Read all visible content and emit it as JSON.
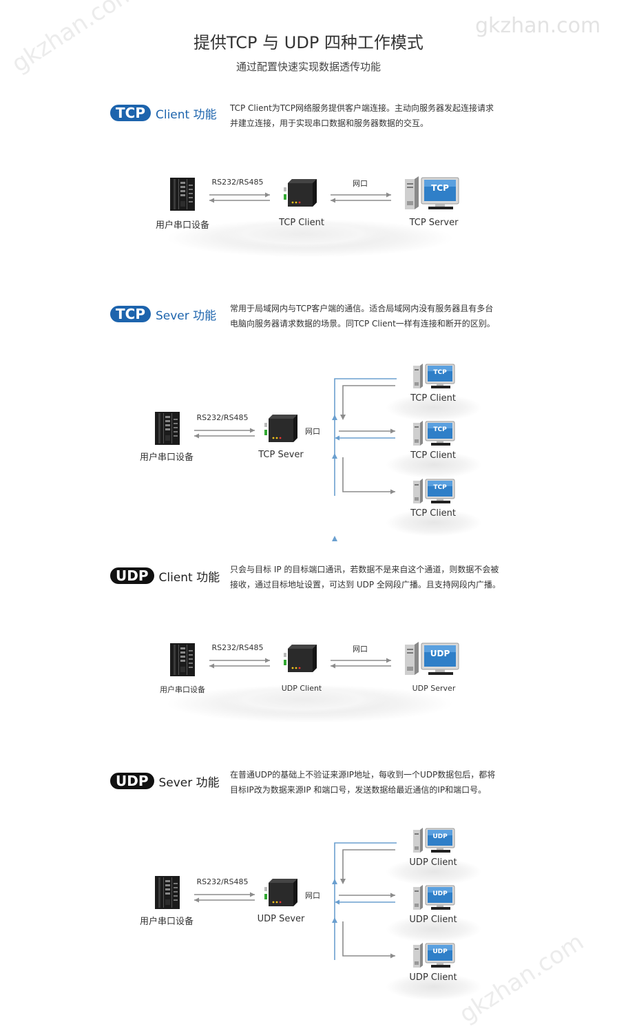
{
  "header": {
    "title": "提供TCP 与 UDP 四种工作模式",
    "subtitle": "通过配置快速实现数据透传功能"
  },
  "watermarks": {
    "top_right": "gkzhan.com",
    "diag": "gkzhan.com"
  },
  "sections": [
    {
      "badge": "TCP",
      "name": "Client 功能",
      "desc1": "TCP Client为TCP网络服务提供客户端连接。主动向服务器发起连接请求",
      "desc2": "并建立连接，用于实现串口数据和服务器数据的交互。",
      "serial_label": "RS232/RS485",
      "net_label": "网口",
      "device_label": "用户串口设备",
      "module_label": "TCP Client",
      "server_label": "TCP Server",
      "screen_text": "TCP"
    },
    {
      "badge": "TCP",
      "name": "Sever 功能",
      "desc1": "常用于局域网内与TCP客户端的通信。适合局域网内没有服务器且有多台",
      "desc2": "电脑向服务器请求数据的场景。同TCP Client一样有连接和断开的区别。",
      "serial_label": "RS232/RS485",
      "net_label": "网口",
      "device_label": "用户串口设备",
      "module_label": "TCP Sever",
      "client_label": "TCP Client",
      "screen_text": "TCP"
    },
    {
      "badge": "UDP",
      "name": "Client 功能",
      "desc1": "只会与目标 IP 的目标端口通讯，若数据不是来自这个通道，则数据不会被",
      "desc2": "接收，通过目标地址设置，可达到 UDP 全网段广播。且支持网段内广播。",
      "serial_label": "RS232/RS485",
      "net_label": "网口",
      "device_label": "用户串口设备",
      "module_label": "UDP Client",
      "server_label": "UDP Server",
      "screen_text": "UDP"
    },
    {
      "badge": "UDP",
      "name": "Sever 功能",
      "desc1": "在普通UDP的基础上不验证来源IP地址，每收到一个UDP数据包后，都将",
      "desc2": "目标IP改为数据来源IP 和端口号，发送数据给最近通信的IP和端口号。",
      "serial_label": "RS232/RS485",
      "net_label": "网口",
      "device_label": "用户串口设备",
      "module_label": "UDP Sever",
      "client_label": "UDP Client",
      "screen_text": "UDP"
    }
  ],
  "colors": {
    "tcp_blue": "#1d64ad",
    "udp_black": "#111111",
    "arrow_gray": "#8c8c8c",
    "arrow_blue": "#6a9fcf"
  }
}
